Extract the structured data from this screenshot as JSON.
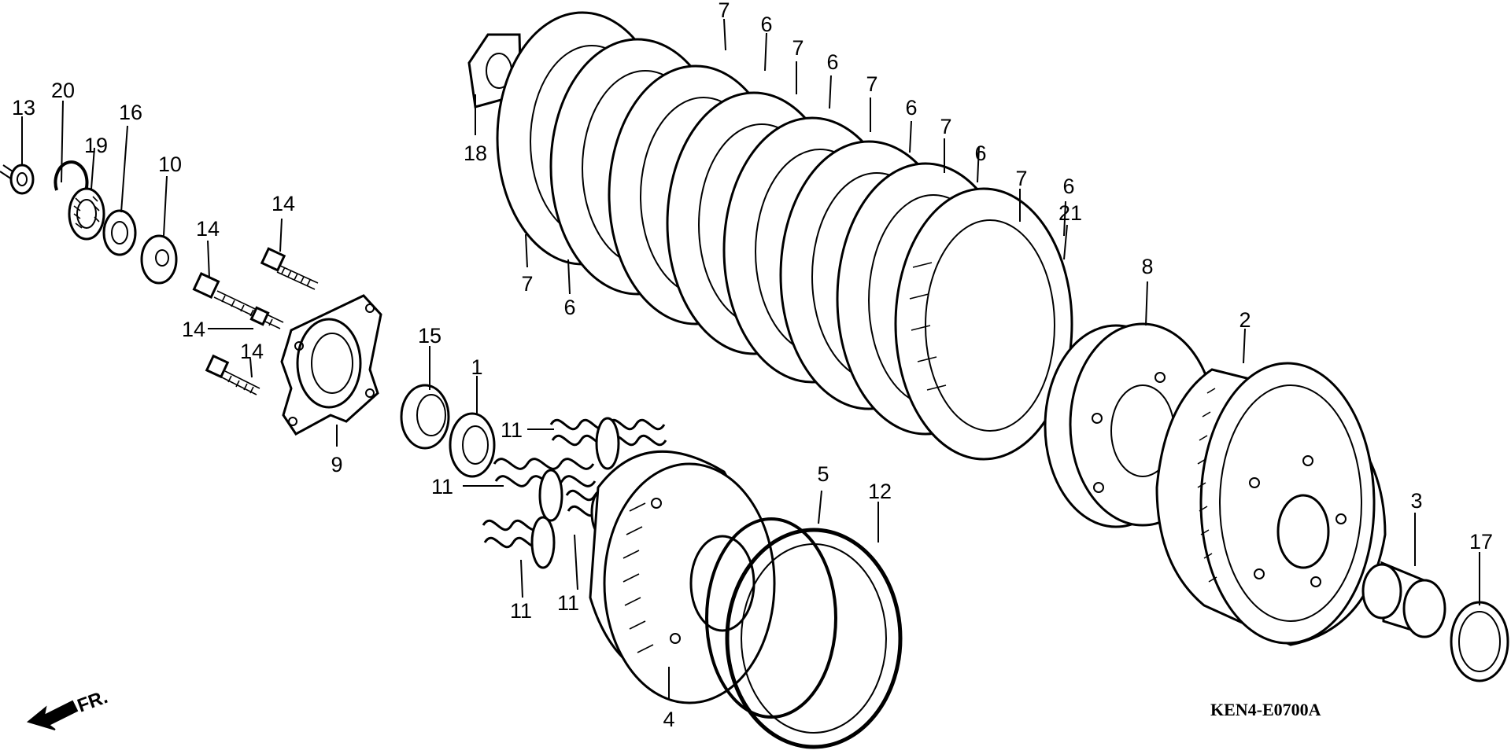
{
  "diagram_code": "KEN4-E0700A",
  "direction_label": "FR.",
  "callouts": {
    "c1": "1",
    "c2": "2",
    "c3": "3",
    "c4": "4",
    "c5": "5",
    "c6a": "6",
    "c6b": "6",
    "c6c": "6",
    "c6d": "6",
    "c6e": "6",
    "c6f": "6",
    "c7a": "7",
    "c7b": "7",
    "c7c": "7",
    "c7d": "7",
    "c7e": "7",
    "c7f": "7",
    "c8": "8",
    "c9": "9",
    "c10": "10",
    "c11a": "11",
    "c11b": "11",
    "c11c": "11",
    "c11d": "11",
    "c12": "12",
    "c13": "13",
    "c14a": "14",
    "c14b": "14",
    "c14c": "14",
    "c14d": "14",
    "c15": "15",
    "c16": "16",
    "c17": "17",
    "c18": "18",
    "c19": "19",
    "c20": "20",
    "c21": "21"
  }
}
